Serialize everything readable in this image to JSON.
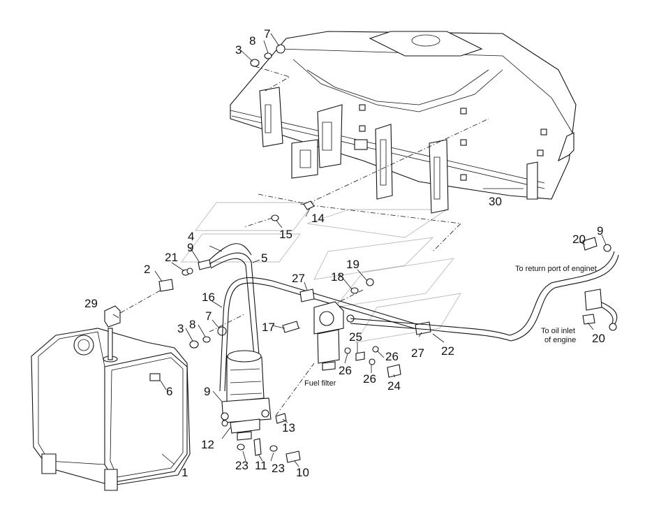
{
  "callouts": {
    "c1": "1",
    "c2": "2",
    "c3a": "3",
    "c3b": "3",
    "c4": "4",
    "c5": "5",
    "c6": "6",
    "c7a": "7",
    "c7b": "7",
    "c8a": "8",
    "c8b": "8",
    "c9a": "9",
    "c9b": "9",
    "c9c": "9",
    "c10": "10",
    "c11": "11",
    "c12": "12",
    "c13": "13",
    "c14": "14",
    "c15": "15",
    "c16": "16",
    "c17": "17",
    "c18": "18",
    "c19": "19",
    "c20a": "20",
    "c20b": "20",
    "c21": "21",
    "c22": "22",
    "c23a": "23",
    "c23b": "23",
    "c24": "24",
    "c25": "25",
    "c26a": "26",
    "c26b": "26",
    "c26c": "26",
    "c27a": "27",
    "c27b": "27",
    "c29": "29",
    "c30": "30"
  },
  "notes": {
    "return_port": "To return port of enginet",
    "oil_inlet_line1": "To oil inlet",
    "oil_inlet_line2": "of engine",
    "fuel_filter": "Fuel filter"
  }
}
